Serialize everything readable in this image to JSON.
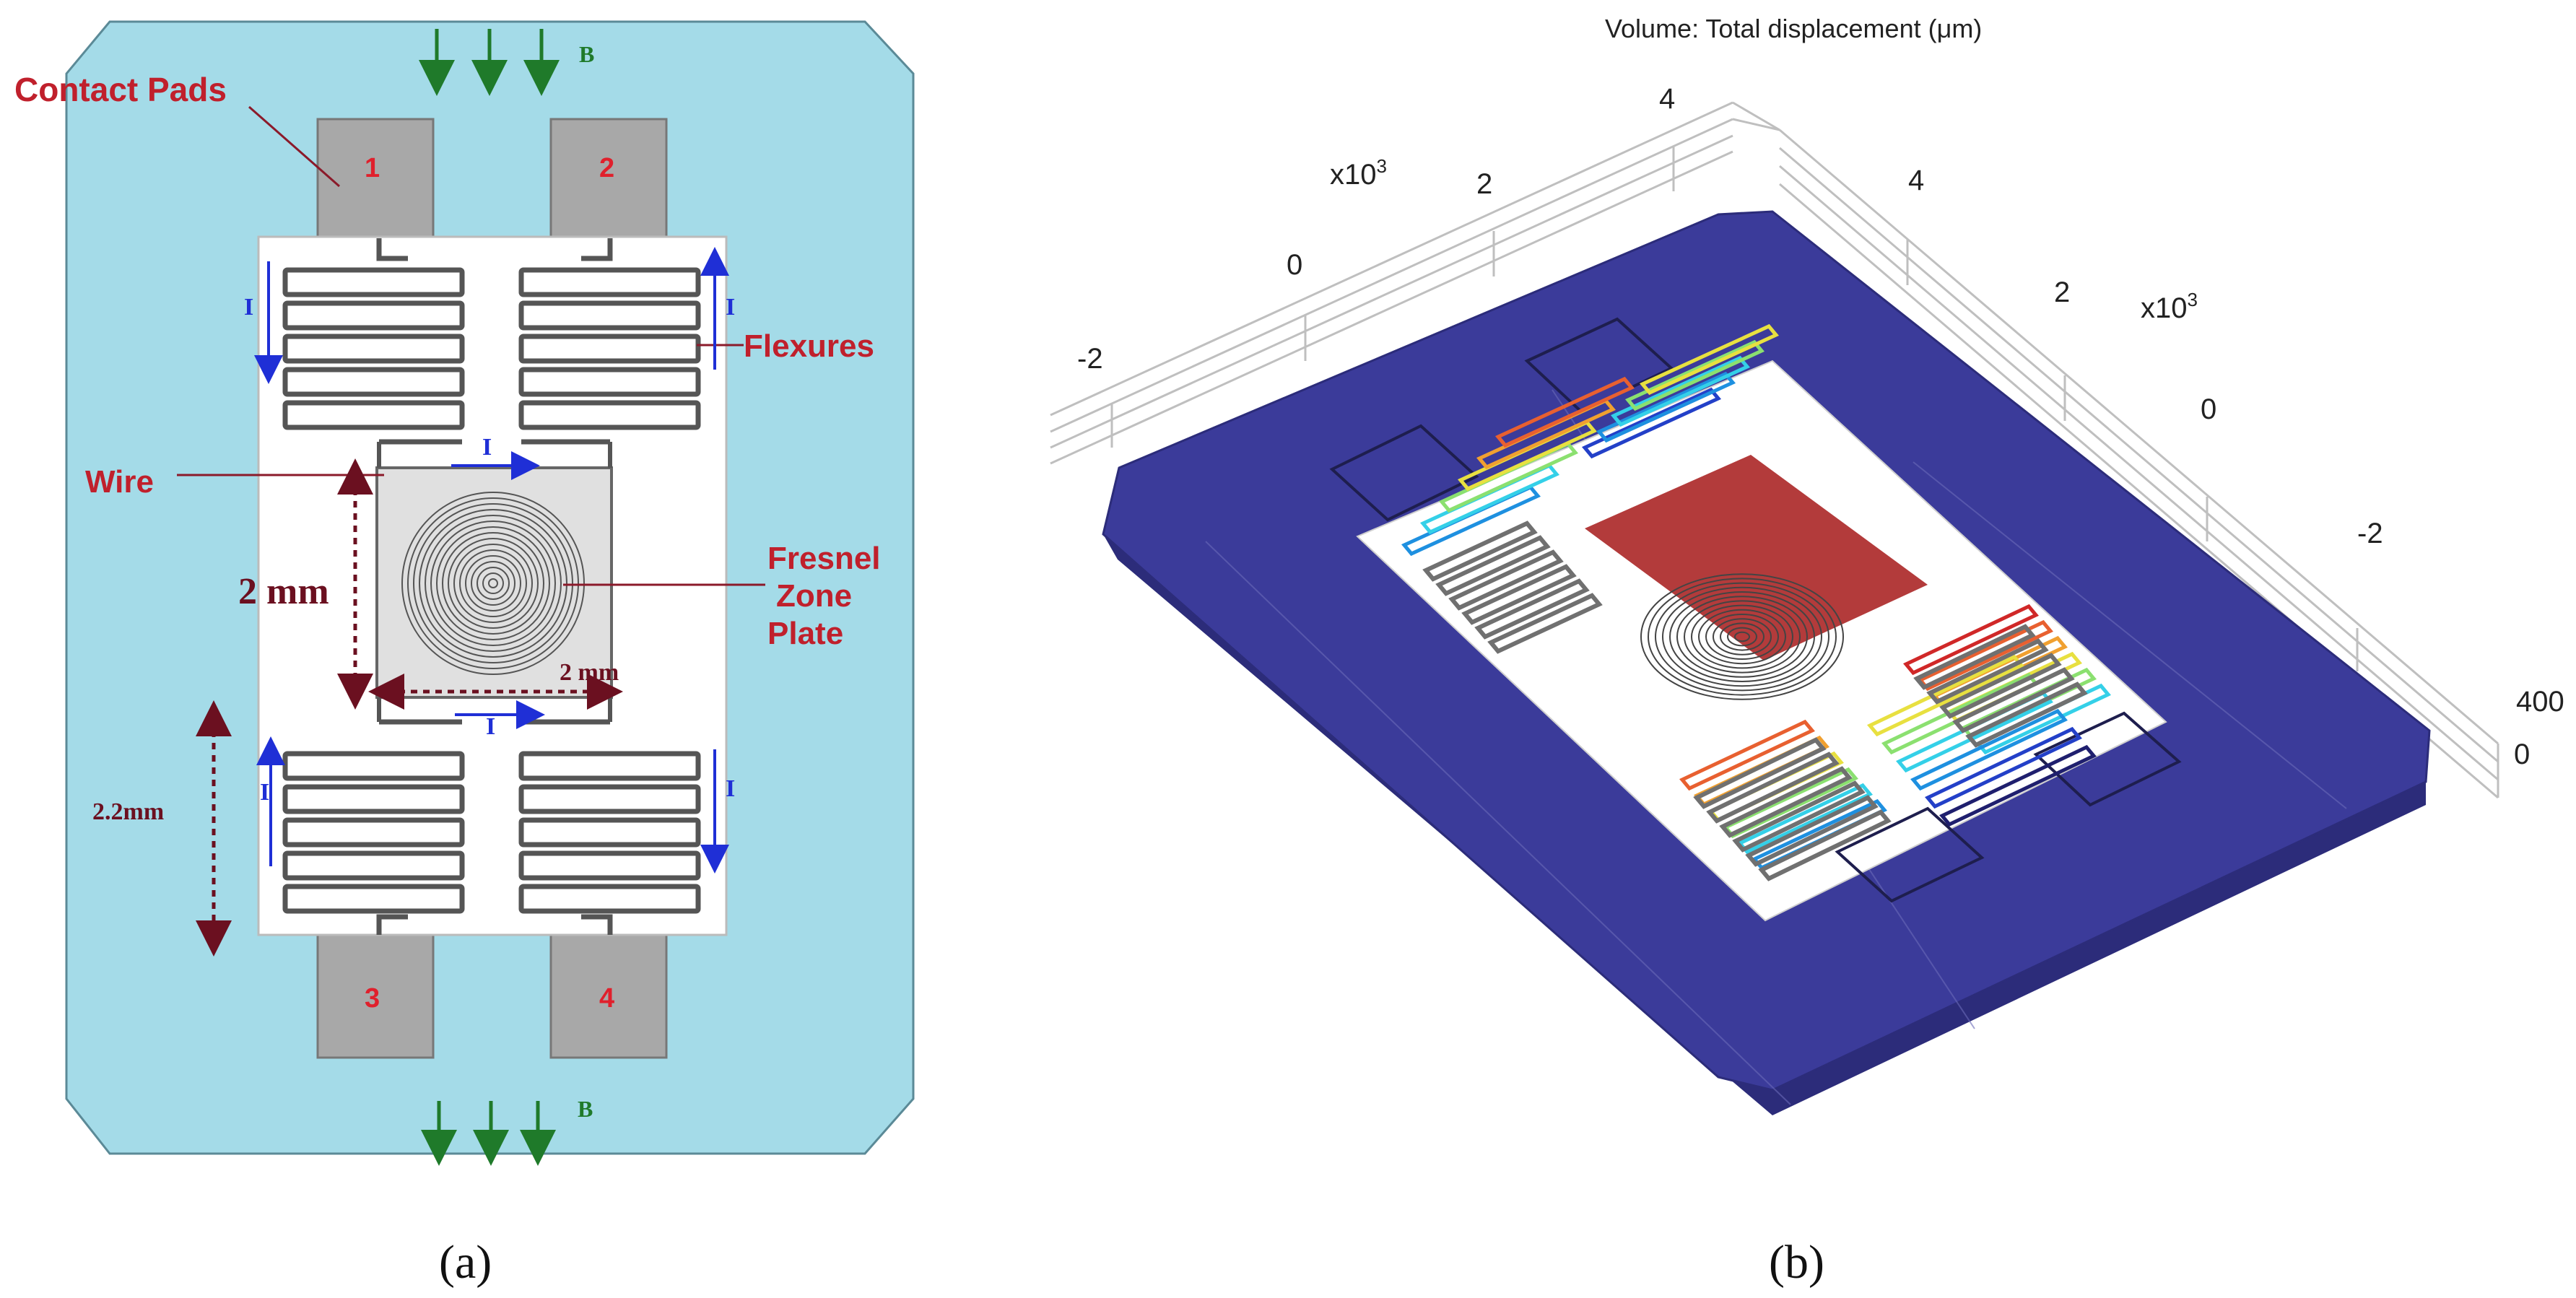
{
  "panel_a": {
    "caption": "(a)",
    "label_contact_pads": "Contact Pads",
    "label_flexures": "Flexures",
    "label_wire": "Wire",
    "label_fzp_line1": "Fresnel",
    "label_fzp_line2": "Zone",
    "label_fzp_line3": "Plate",
    "label_2mm_vertical": "2 mm",
    "label_2mm_horizontal": "2 mm",
    "label_2_2mm": "2.2mm",
    "field_label": "B",
    "current_label": "I",
    "pads": [
      "1",
      "2",
      "3",
      "4"
    ]
  },
  "panel_b": {
    "caption": "(b)",
    "title": "Volume: Total displacement (μm)",
    "axis_x_ticks": [
      "-2",
      "0",
      "2",
      "4"
    ],
    "axis_y_ticks": [
      "4",
      "2",
      "0",
      "-2"
    ],
    "axis_z_ticks": [
      "400",
      "0"
    ],
    "multiplier_x": "x10",
    "multiplier_y": "x10",
    "multiplier_exp": "3"
  },
  "colors": {
    "substrate": "#a4dbe8",
    "pad": "#a8a8a8",
    "label_red": "#c0202c",
    "arrow_blue": "#1f2fd6",
    "arrow_green": "#1f7a2a",
    "dim_brown": "#6b1020",
    "plane_blue": "#3b3b9a",
    "red_plate": "#a82020"
  }
}
